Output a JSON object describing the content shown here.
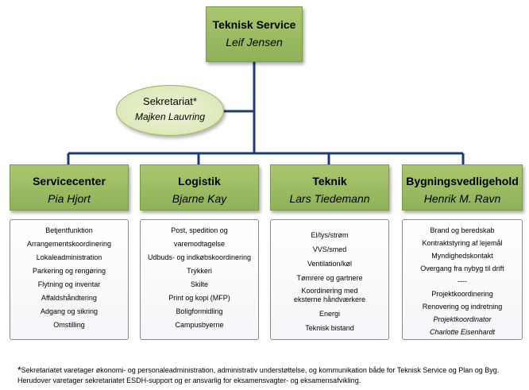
{
  "top": {
    "title": "Teknisk Service",
    "name": "Leif Jensen"
  },
  "secretariat": {
    "title": "Sekretariat*",
    "name": "Majken Lauvring"
  },
  "departments": [
    {
      "title": "Servicecenter",
      "name": "Pia Hjort",
      "items": [
        "Betjentfunktion",
        "Arrangementskoordinering",
        "Lokaleadministration",
        "Parkering og rengøring",
        "Flytning og inventar",
        "Affaldshåndtering",
        "Adgang og sikring",
        "Omstilling"
      ]
    },
    {
      "title": "Logistik",
      "name": "Bjarne Kay",
      "items": [
        "Post, spedition og",
        "varemodtagelse",
        "Udbuds- og indkøbskoordinering",
        "Trykkeri",
        "Skilte",
        "Print og kopi (MFP)",
        "Boligformidling",
        "Campusbyerne"
      ]
    },
    {
      "title": "Teknik",
      "name": "Lars Tiedemann",
      "items": [
        "El/lys/strøm",
        "VVS/smed",
        "Ventilation/køl",
        "Tømrere og gartnere",
        "Koordinering med eksterne håndværkere",
        "Energi",
        "Teknisk bistand"
      ]
    },
    {
      "title": "Bygningsvedligehold",
      "name": "Henrik M. Ravn",
      "items": [
        "Brand og beredskab",
        "Kontraktstyring af lejemål",
        "Myndighedskontakt",
        "Overgang fra nybyg til drift",
        "----",
        "Projektkoordinering",
        "Renovering og indretning",
        "Projektkoordinator",
        "Charlotte Eisenhardt"
      ]
    }
  ],
  "footnote": {
    "star": "*",
    "text": "Sekretariatet varetager økonomi- og personaleadministration, administrativ understøttelse, og kommunikation  både for Teknisk Service og Plan og Byg. Herudover  varetager sekretariatet ESDH-support og er ansvarlig for eksamensvagter- og eksamensafvikling."
  },
  "colors": {
    "line": "#1f3b73",
    "box": "#9bbb59",
    "ellipse": "#d7e4bd"
  }
}
